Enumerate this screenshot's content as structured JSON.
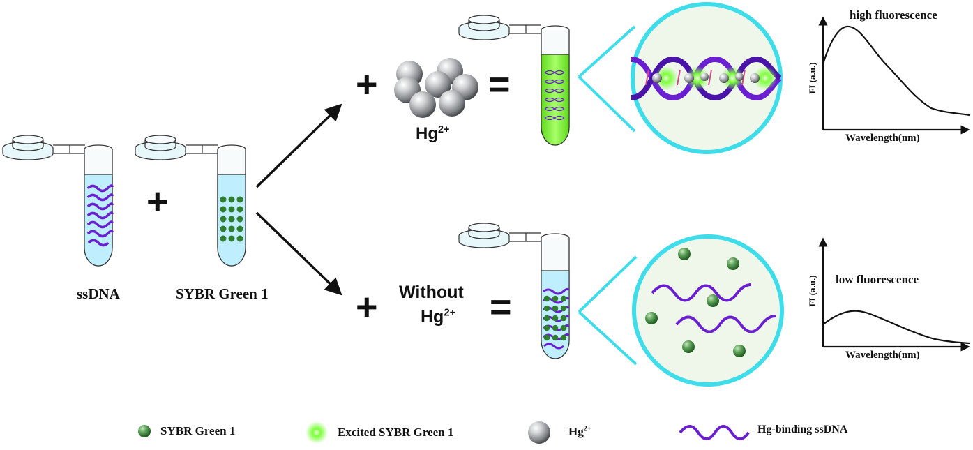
{
  "labels": {
    "ssdna": "ssDNA",
    "sybr": "SYBR Green 1",
    "hg_base": "Hg",
    "hg_charge": "2+",
    "without": "Without",
    "plus": "+",
    "equals": "="
  },
  "graphs": {
    "high": {
      "title": "high fluorescence",
      "ylabel": "FI (a.u.)",
      "xlabel": "Wavelength(nm)"
    },
    "low": {
      "title": "low fluorescence",
      "ylabel": "FI (a.u.)",
      "xlabel": "Wavelength(nm)"
    }
  },
  "legend": {
    "sybr": "SYBR Green 1",
    "excited": "Excited SYBR Green 1",
    "hg_base": "Hg",
    "hg_charge": "2+",
    "ssdna": "Hg-binding ssDNA"
  },
  "colors": {
    "dna": "#6a1fd1",
    "sybr": "#2f7d2f",
    "glow": "#4dff2f",
    "liquid": "#bfefff",
    "green_liquid": "#7ef03a",
    "zoom_border": "#3fdcea",
    "zoom_fill": "#eef7ea",
    "hg": "#9a9da0"
  }
}
